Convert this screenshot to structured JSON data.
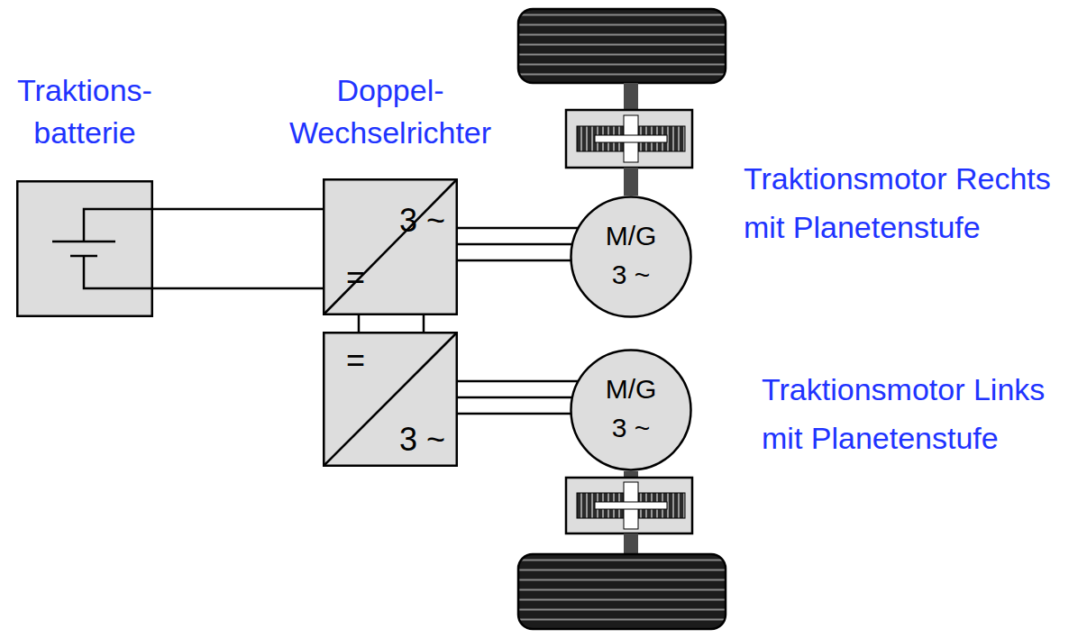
{
  "diagram": {
    "nodes": [
      {
        "text": [
          "Traktions- batterie"
        ]
      },
      {
        "text": [
          "Doppel- Wechselrichter",
          "3 ~",
          "="
        ]
      },
      {
        "text": [
          "=",
          "3 ~"
        ]
      },
      {
        "text": [
          "M/G",
          "3 ~",
          "Traktionsmotor Rechts mit Planetenstufe"
        ]
      },
      {
        "text": [
          "M/G",
          "3 ~",
          "Traktionsmotor Links mit Planetenstufe"
        ]
      }
    ],
    "edges": [
      {
        "from": 0,
        "to": 1,
        "arrow": "none"
      },
      {
        "from": 1,
        "to": 2,
        "arrow": "none"
      },
      {
        "from": 1,
        "to": 3,
        "arrow": "none"
      },
      {
        "from": 2,
        "to": 4,
        "arrow": "none"
      }
    ]
  }
}
